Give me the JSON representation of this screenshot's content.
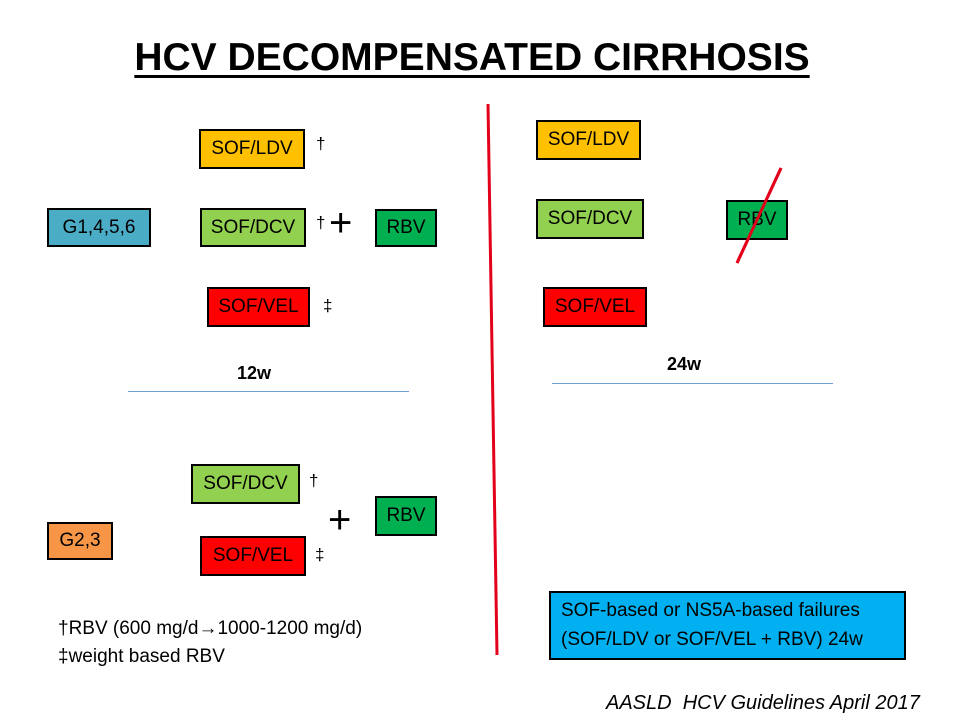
{
  "title": "HCV DECOMPENSATED CIRRHOSIS",
  "colors": {
    "orange_yellow": "#ffc000",
    "light_green": "#92d050",
    "red": "#ff0000",
    "green": "#00b050",
    "blue_gray": "#4bacc6",
    "orange": "#f79646",
    "callout_blue": "#00b0f0",
    "divider_red": "#e3001b",
    "rule_blue": "#6f9fd0"
  },
  "left_top": {
    "genotype": "G1,4,5,6",
    "drugs": [
      "SOF/LDV",
      "SOF/DCV",
      "SOF/VEL"
    ],
    "marks": [
      "†",
      "†",
      "‡"
    ],
    "plus": "+",
    "addon": "RBV",
    "duration": "12w"
  },
  "left_bottom": {
    "genotype": "G2,3",
    "drugs": [
      "SOF/DCV",
      "SOF/VEL"
    ],
    "marks": [
      "†",
      "‡"
    ],
    "plus": "+",
    "addon": "RBV"
  },
  "right": {
    "drugs": [
      "SOF/LDV",
      "SOF/DCV",
      "SOF/VEL"
    ],
    "addon": "RBV",
    "addon_crossed": true,
    "duration": "24w"
  },
  "footnotes": [
    "†RBV (600 mg/d→1000-1200 mg/d)",
    "‡weight based RBV"
  ],
  "callout": [
    "SOF-based or NS5A-based failures",
    "(SOF/LDV or SOF/VEL + RBV) 24w"
  ],
  "source": "AASLD  HCV Guidelines April 2017"
}
